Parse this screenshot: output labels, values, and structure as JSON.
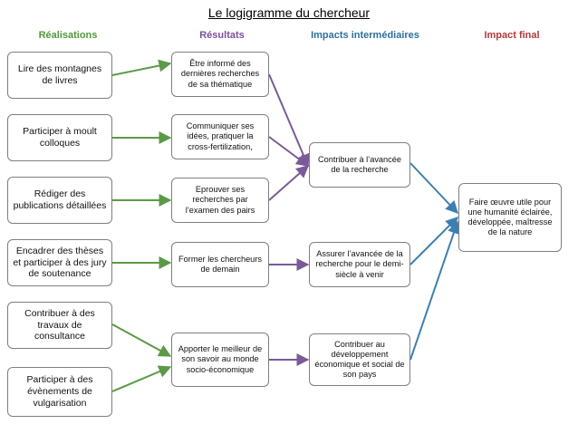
{
  "title": "Le logigramme du chercheur",
  "headers": {
    "realisations": "Réalisations",
    "resultats": "Résultats",
    "impacts_intermediaires": "Impacts intermédiaires",
    "impact_final": "Impact final"
  },
  "colors": {
    "realisations": "#4f9a3c",
    "resultats": "#7e4f9e",
    "impacts_intermediaires": "#2e6f9e",
    "impact_final": "#b03a3a",
    "arrow_green": "#5b9a46",
    "arrow_purple": "#7a5a9a",
    "arrow_blue": "#3d7fb0"
  },
  "realisations": [
    "Lire des montagnes de livres",
    "Participer à moult colloques",
    "Rédiger des publications détaillées",
    "Encadrer des thèses et participer à des jury de soutenance",
    "Contribuer à des travaux de consultance",
    "Participer à des évènements de vulgarisation"
  ],
  "resultats": [
    "Être informé des dernières recherches de sa thématique",
    "Communiquer ses idées, pratiquer la cross-fertilization,",
    "Eprouver ses recherches par l’examen des pairs",
    "Former les chercheurs de demain",
    "Apporter le meilleur de son savoir au monde socio-économique"
  ],
  "impacts_intermediaires": [
    "Contribuer à l’avancée de la recherche",
    "Assurer l’avancée de la recherche pour le demi-siècle à venir",
    "Contribuer au développement économique et social de son pays"
  ],
  "impact_final": "Faire œuvre utile pour une humanité éclairée, développée, maîtresse de la nature"
}
